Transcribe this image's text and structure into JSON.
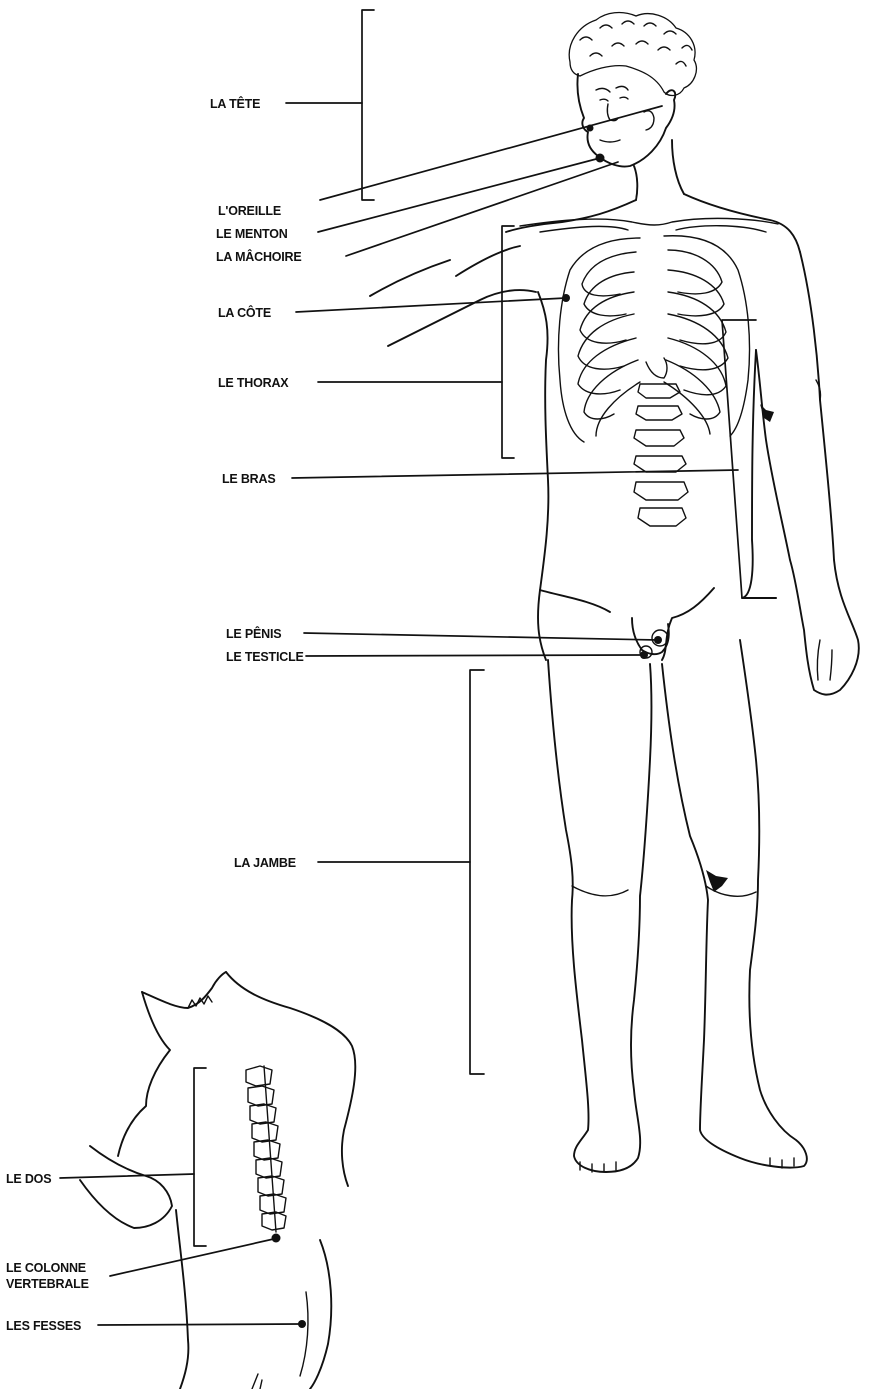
{
  "labels": {
    "la_tete": "LA TÊTE",
    "l_oreille": "L'OREILLE",
    "le_menton": "LE MENTON",
    "la_machoire": "LA MÂCHOIRE",
    "la_cote": "LA CÔTE",
    "le_thorax": "LE THORAX",
    "le_bras": "LE BRAS",
    "le_penis": "LE PÊNIS",
    "le_testicle": "LE TESTICLE",
    "la_jambe": "LA JAMBE",
    "le_dos": "LE DOS",
    "le_colonne_line1": "LE COLONNE",
    "le_colonne_line2": "VERTEBRALE",
    "les_fesses": "LES FESSES"
  },
  "colors": {
    "ink": "#111111",
    "paper": "#ffffff"
  }
}
